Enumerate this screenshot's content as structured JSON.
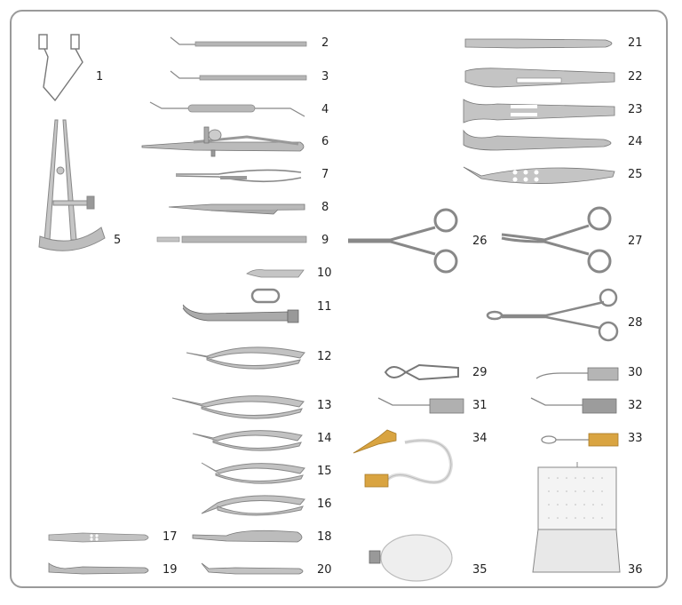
{
  "catalog": {
    "title": "",
    "items": [
      {
        "number": "1",
        "name": "eyelid-speculum"
      },
      {
        "number": "2",
        "name": "hook-instrument"
      },
      {
        "number": "3",
        "name": "hook-instrument"
      },
      {
        "number": "4",
        "name": "double-ended-spatula"
      },
      {
        "number": "5",
        "name": "caliper"
      },
      {
        "number": "6",
        "name": "needle-holder-lock"
      },
      {
        "number": "7",
        "name": "micro-scissors"
      },
      {
        "number": "8",
        "name": "needle-holder"
      },
      {
        "number": "9",
        "name": "knife-handle"
      },
      {
        "number": "10",
        "name": "blade"
      },
      {
        "number": "11",
        "name": "blade-breaker-holder"
      },
      {
        "number": "12",
        "name": "corneal-scissors"
      },
      {
        "number": "13",
        "name": "corneal-scissors-curved"
      },
      {
        "number": "14",
        "name": "micro-scissors"
      },
      {
        "number": "15",
        "name": "capsulotomy-scissors"
      },
      {
        "number": "16",
        "name": "angled-scissors"
      },
      {
        "number": "17",
        "name": "tying-forceps"
      },
      {
        "number": "18",
        "name": "tissue-forceps"
      },
      {
        "number": "19",
        "name": "curved-forceps"
      },
      {
        "number": "20",
        "name": "angled-forceps"
      },
      {
        "number": "21",
        "name": "straight-forceps"
      },
      {
        "number": "22",
        "name": "curved-forceps-slotted"
      },
      {
        "number": "23",
        "name": "capsulorhexis-forceps"
      },
      {
        "number": "24",
        "name": "curved-tissue-forceps"
      },
      {
        "number": "25",
        "name": "lens-forceps"
      },
      {
        "number": "26",
        "name": "hemostatic-forceps-straight"
      },
      {
        "number": "27",
        "name": "hemostatic-forceps-curved"
      },
      {
        "number": "28",
        "name": "towel-clamp"
      },
      {
        "number": "29",
        "name": "bulldog-clamp"
      },
      {
        "number": "30",
        "name": "cannula"
      },
      {
        "number": "31",
        "name": "irrigation-cannula"
      },
      {
        "number": "32",
        "name": "irrigation-cannula"
      },
      {
        "number": "33",
        "name": "loop-cannula-gold"
      },
      {
        "number": "34",
        "name": "irrigation-aspiration-set"
      },
      {
        "number": "35",
        "name": "irrigation-bulb"
      },
      {
        "number": "36",
        "name": "sterilization-case"
      }
    ]
  },
  "colors": {
    "frame": "#9a9a9a",
    "steel": "#a8a8a8",
    "steel_dark": "#6e6e6e",
    "gold": "#d9a441",
    "text": "#222222"
  }
}
